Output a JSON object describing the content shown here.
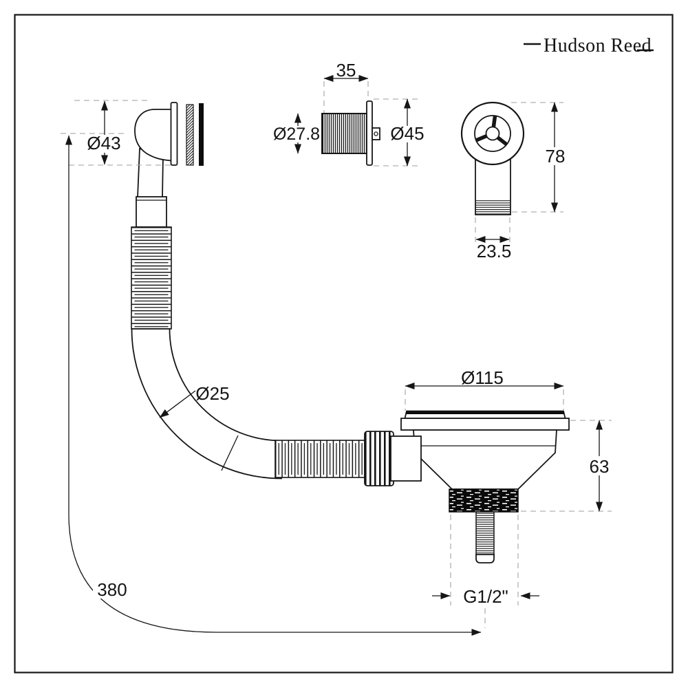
{
  "brand": "Hudson Reed",
  "dims": {
    "overflow_height": "Ø43",
    "hose_length": "380",
    "backnut_width": "35",
    "backnut_thread_diameter": "Ø27.8",
    "backnut_flange_diameter": "Ø45",
    "overflow_front_height": "78",
    "overflow_front_width": "23.5",
    "hose_diameter": "Ø25",
    "strainer_flange_diameter": "Ø115",
    "strainer_height": "63",
    "stud_thread": "G1/2\""
  }
}
